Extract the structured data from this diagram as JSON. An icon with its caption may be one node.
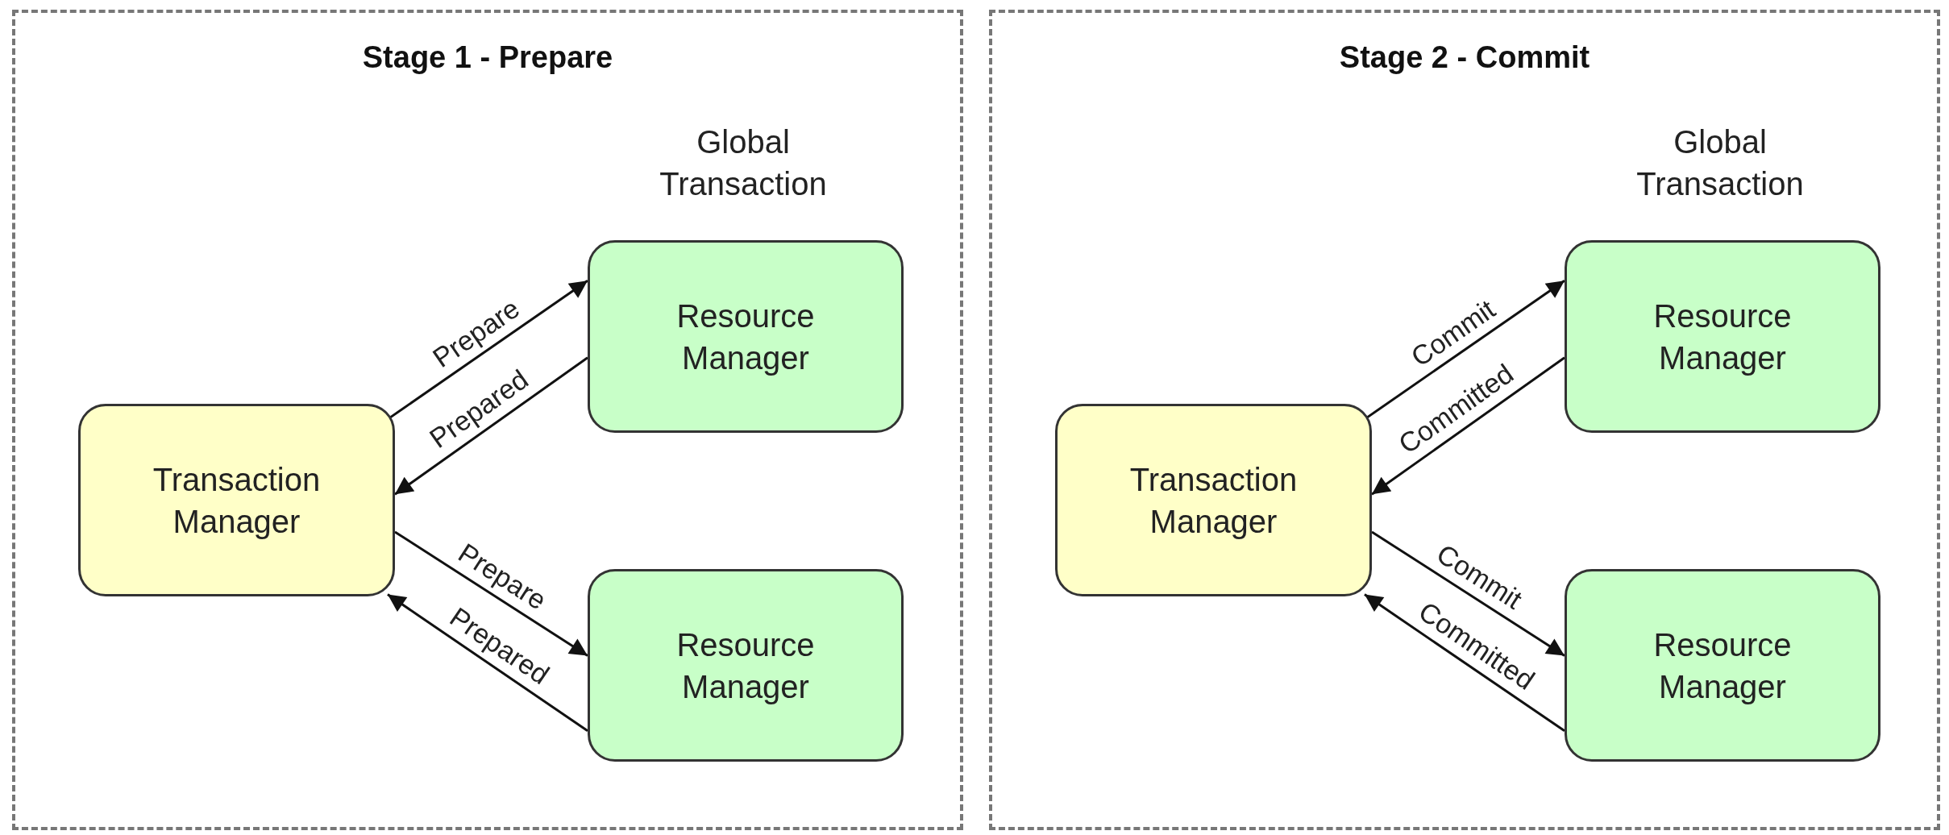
{
  "diagram": {
    "nodes": [
      {
        "text": [
          "Stage 1 - Prepare"
        ]
      },
      {
        "text": [
          "Transaction Manager"
        ],
        "in": 0
      },
      {
        "text": [
          "Resource Manager"
        ],
        "in": 0
      },
      {
        "text": [
          "Resource Manager"
        ],
        "in": 0
      },
      {
        "text": [
          "Stage 2 - Commit"
        ]
      },
      {
        "text": [
          "Transaction Manager"
        ],
        "in": 4
      },
      {
        "text": [
          "Resource Manager"
        ],
        "in": 4
      },
      {
        "text": [
          "Resource Manager"
        ],
        "in": 4
      }
    ],
    "edges": [
      {
        "from": 1,
        "to": 2,
        "arrow": "to",
        "label": "Prepare"
      },
      {
        "from": 2,
        "to": 1,
        "arrow": "to",
        "label": "Prepared"
      },
      {
        "from": 1,
        "to": 3,
        "arrow": "to",
        "label": "Prepare"
      },
      {
        "from": 3,
        "to": 1,
        "arrow": "to",
        "label": "Prepared"
      },
      {
        "from": 5,
        "to": 6,
        "arrow": "to",
        "label": "Commit"
      },
      {
        "from": 6,
        "to": 5,
        "arrow": "to",
        "label": "Committed"
      },
      {
        "from": 5,
        "to": 7,
        "arrow": "to",
        "label": "Commit"
      },
      {
        "from": 7,
        "to": 5,
        "arrow": "to",
        "label": "Committed"
      }
    ],
    "labels": [
      "Global Transaction",
      "Global Transaction"
    ]
  }
}
